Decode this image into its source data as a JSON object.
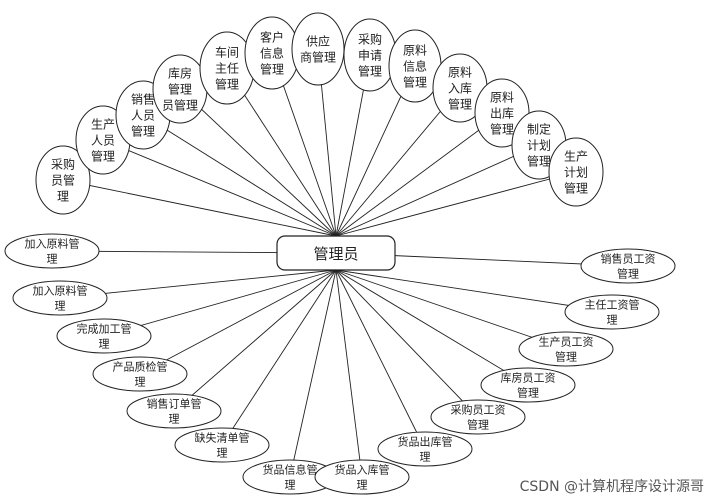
{
  "center": "管理员",
  "top_nodes": [
    [
      "采购",
      "员管",
      "理"
    ],
    [
      "生产",
      "人员",
      "管理"
    ],
    [
      "销售",
      "人员",
      "管理"
    ],
    [
      "库房",
      "管理",
      "员管理"
    ],
    [
      "车间",
      "主任",
      "管理"
    ],
    [
      "客户",
      "信息",
      "管理"
    ],
    [
      "供应",
      "商管理"
    ],
    [
      "采购",
      "申请",
      "管理"
    ],
    [
      "原料",
      "信息",
      "管理"
    ],
    [
      "原料",
      "入库",
      "管理"
    ],
    [
      "原料",
      "出库",
      "管理"
    ],
    [
      "制定",
      "计划",
      "管理"
    ],
    [
      "生产",
      "计划",
      "管理"
    ]
  ],
  "left_nodes": [
    [
      "加入原料管",
      "理"
    ],
    [
      "加入原料管",
      "理"
    ],
    [
      "完成加工管",
      "理"
    ],
    [
      "产品质检管",
      "理"
    ],
    [
      "销售订单管",
      "理"
    ],
    [
      "缺失清单管",
      "理"
    ],
    [
      "货品信息管",
      "理"
    ]
  ],
  "right_nodes": [
    [
      "货品入库管",
      "理"
    ],
    [
      "货品出库管",
      "理"
    ],
    [
      "采购员工资",
      "管理"
    ],
    [
      "库房员工资",
      "管理"
    ],
    [
      "生产员工资",
      "管理"
    ],
    [
      "主任工资管",
      "理"
    ],
    [
      "销售员工资",
      "管理"
    ]
  ],
  "watermark": "CSDN @计算机程序设计源哥"
}
